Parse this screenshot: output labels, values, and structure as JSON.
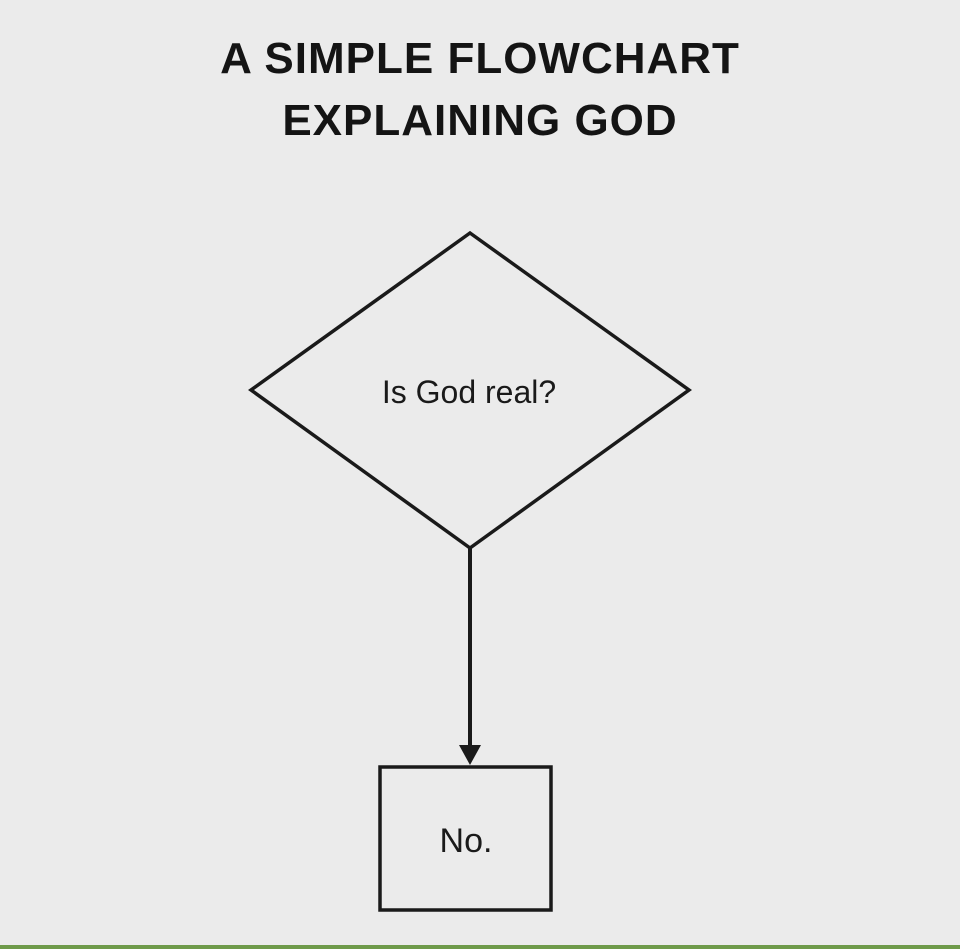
{
  "title": {
    "line1": "A SIMPLE FLOWCHART",
    "line2": "EXPLAINING GOD"
  },
  "flowchart": {
    "decision": {
      "label": "Is God real?"
    },
    "result": {
      "label": "No."
    }
  },
  "colors": {
    "background": "#ebebeb",
    "stroke": "#1a1a1a",
    "text": "#141414"
  }
}
